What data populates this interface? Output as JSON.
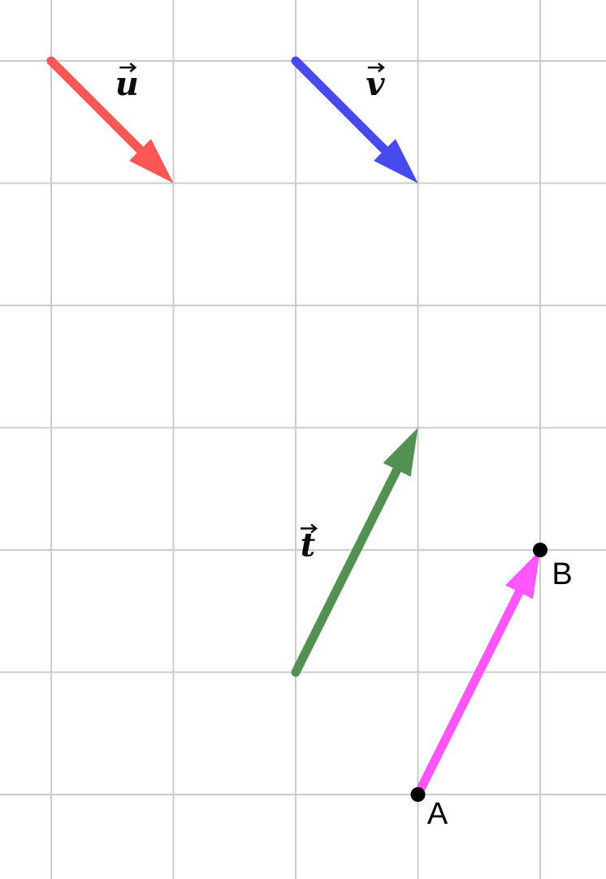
{
  "grid": {
    "columns": [
      0,
      1,
      2,
      3,
      4
    ],
    "rows": [
      0,
      1,
      2,
      3,
      4,
      5,
      6
    ],
    "color": "#cccccc"
  },
  "vectors": [
    {
      "id": "u",
      "label": "u",
      "color": "#ff4d4d",
      "tail": [
        0,
        0
      ],
      "head": [
        1,
        1
      ]
    },
    {
      "id": "v",
      "label": "v",
      "color": "#4040f0",
      "tail": [
        2,
        0
      ],
      "head": [
        3,
        1
      ]
    },
    {
      "id": "t",
      "label": "t",
      "color": "#4a8c4a",
      "tail": [
        2,
        5
      ],
      "head": [
        3,
        3
      ]
    },
    {
      "id": "AB",
      "label": "",
      "color": "#ff4dff",
      "tail": [
        3,
        6
      ],
      "head": [
        4,
        4
      ]
    }
  ],
  "points": [
    {
      "id": "A",
      "label": "A",
      "pos": [
        3,
        6
      ]
    },
    {
      "id": "B",
      "label": "B",
      "pos": [
        4,
        4
      ]
    }
  ]
}
